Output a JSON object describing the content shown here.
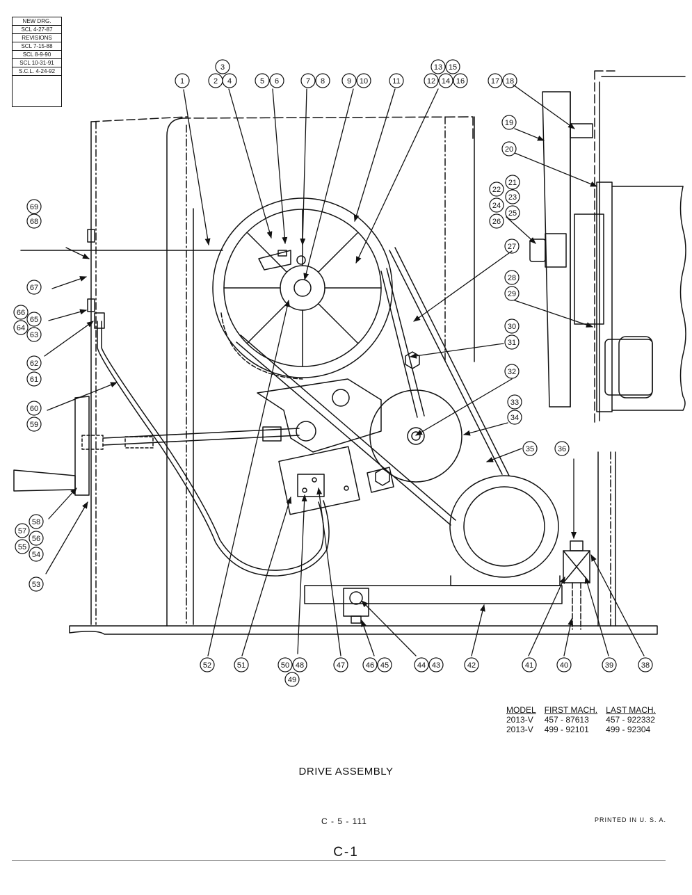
{
  "revisions": {
    "header": "NEW DRG.",
    "original": "SCL 4-27-87",
    "label": "REVISIONS",
    "entries": [
      "SCL 7-15-88",
      "SCL 8-9-90",
      "SCL 10-31-91",
      "S.C.L. 4-24-92"
    ]
  },
  "callouts": {
    "n1": "1",
    "n2": "2",
    "n3": "3",
    "n4": "4",
    "n5": "5",
    "n6": "6",
    "n7": "7",
    "n8": "8",
    "n9": "9",
    "n10": "10",
    "n11": "11",
    "n12": "12",
    "n13": "13",
    "n14": "14",
    "n15": "15",
    "n16": "16",
    "n17": "17",
    "n18": "18",
    "n19": "19",
    "n20": "20",
    "n21": "21",
    "n22": "22",
    "n23": "23",
    "n24": "24",
    "n25": "25",
    "n26": "26",
    "n27": "27",
    "n28": "28",
    "n29": "29",
    "n30": "30",
    "n31": "31",
    "n32": "32",
    "n33": "33",
    "n34": "34",
    "n35": "35",
    "n36": "36",
    "n38": "38",
    "n39": "39",
    "n40": "40",
    "n41": "41",
    "n42": "42",
    "n43": "43",
    "n44": "44",
    "n45": "45",
    "n46": "46",
    "n47": "47",
    "n48": "48",
    "n49": "49",
    "n50": "50",
    "n51": "51",
    "n52": "52",
    "n53": "53",
    "n54": "54",
    "n55": "55",
    "n56": "56",
    "n57": "57",
    "n58": "58",
    "n59": "59",
    "n60": "60",
    "n61": "61",
    "n62": "62",
    "n63": "63",
    "n64": "64",
    "n65": "65",
    "n66": "66",
    "n67": "67",
    "n68": "68",
    "n69": "69"
  },
  "model_table": {
    "headers": [
      "MODEL",
      "FIRST MACH.",
      "LAST MACH."
    ],
    "rows": [
      [
        "2013-V",
        "457 - 87613",
        "457 - 922332"
      ],
      [
        "2013-V",
        "499 - 92101",
        "499 - 92304"
      ]
    ]
  },
  "title": "DRIVE ASSEMBLY",
  "doc_number": "C - 5 - 111",
  "printed": "PRINTED IN U. S. A.",
  "page_id": "C-1"
}
